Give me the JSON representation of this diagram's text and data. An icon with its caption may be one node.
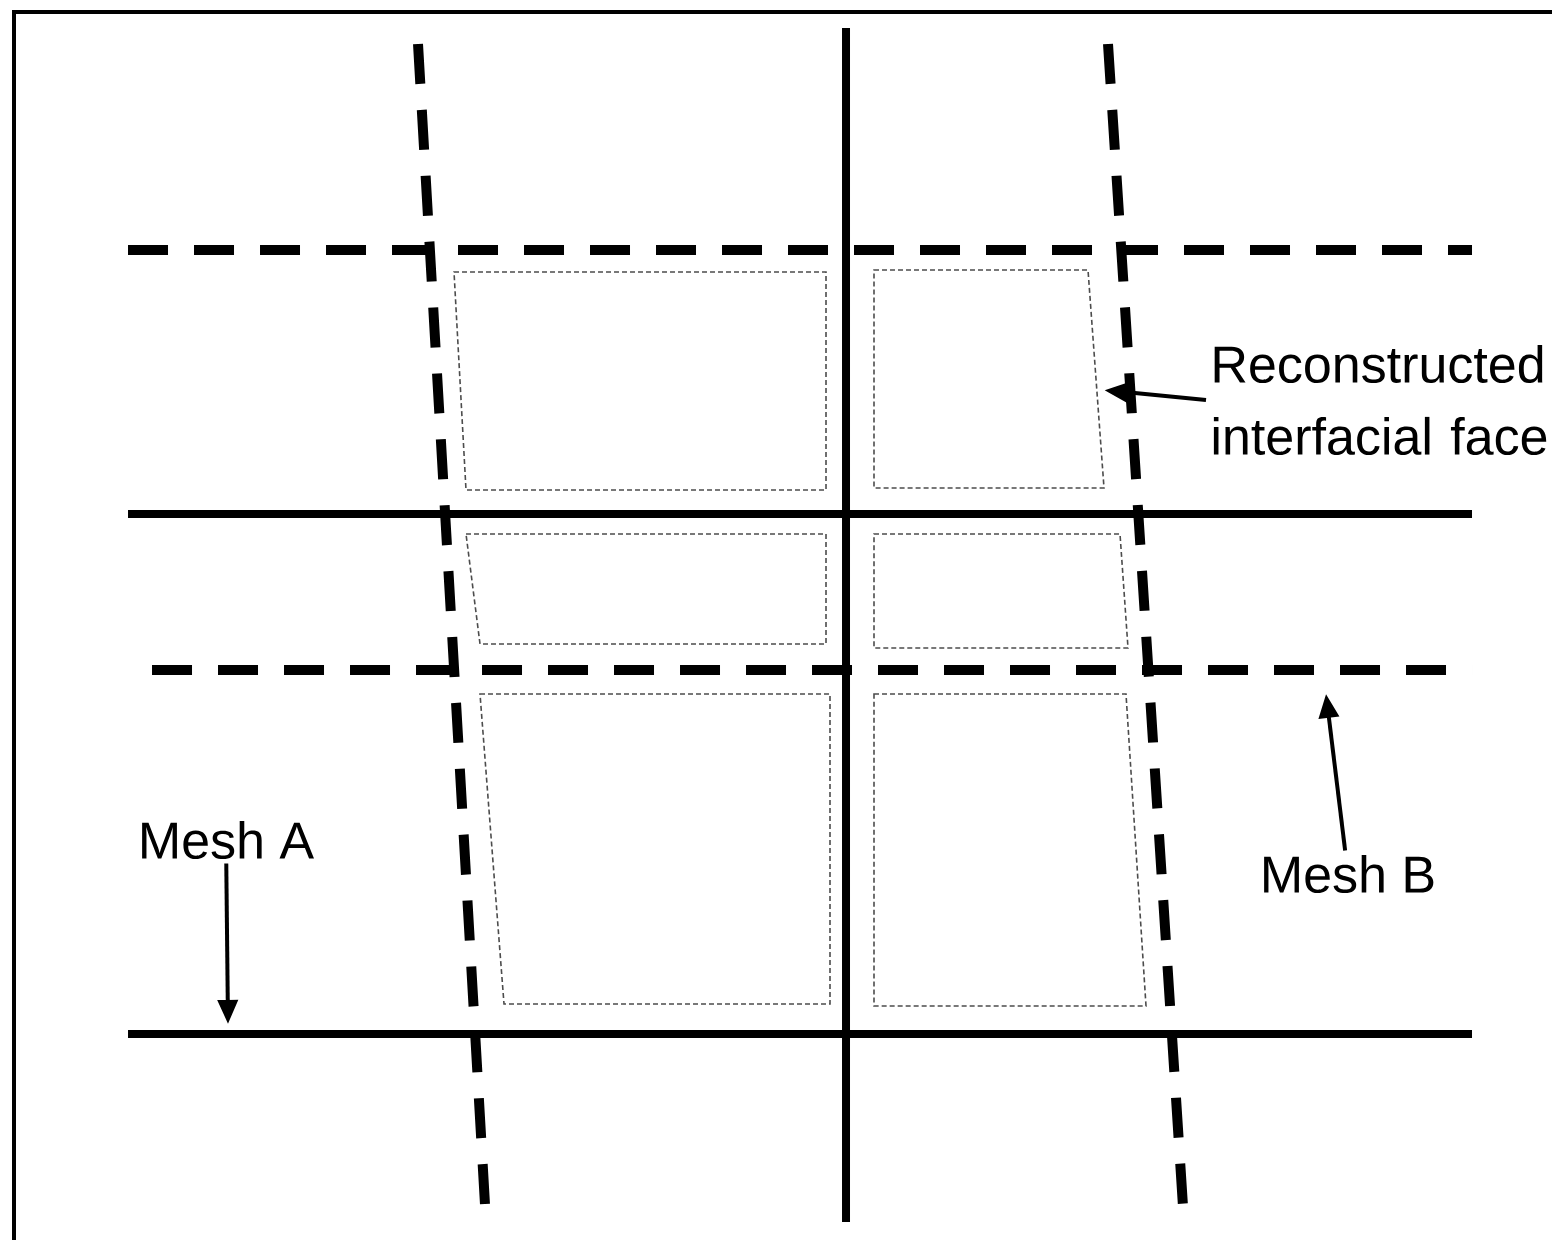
{
  "diagram": {
    "nodes": [
      {
        "text": [],
        "shape": "box"
      },
      {
        "text": [],
        "shape": "box"
      },
      {
        "text": [],
        "shape": "box"
      },
      {
        "text": [],
        "shape": "box"
      },
      {
        "text": [],
        "shape": "box"
      },
      {
        "text": [],
        "shape": "box"
      },
      {
        "text": [
          "Reconstructed interfacial face"
        ]
      },
      {
        "text": [
          "Mesh A"
        ]
      },
      {
        "text": [
          "Mesh B"
        ]
      }
    ],
    "edges": [
      {
        "from": 6,
        "to": 1,
        "arrow": "to"
      },
      {
        "from": 7,
        "to": null,
        "arrow": "to"
      },
      {
        "from": 8,
        "to": null,
        "arrow": "to"
      }
    ]
  }
}
